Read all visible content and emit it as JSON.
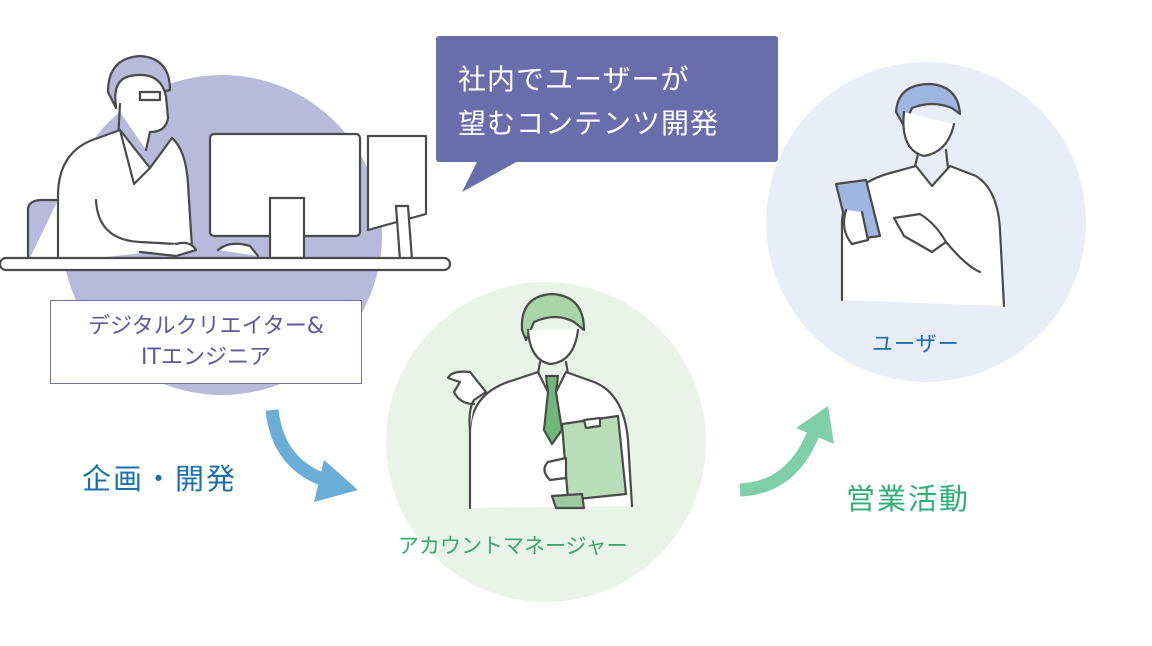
{
  "bubble": {
    "line1": "社内でユーザーが",
    "line2": "望むコンテンツ開発"
  },
  "roles": {
    "creator_line1": "デジタルクリエイター&",
    "creator_line2": "ITエンジニア",
    "account_manager": "アカウントマネージャー",
    "user": "ユーザー"
  },
  "flows": {
    "plan_develop": "企画・開発",
    "sales": "営業活動"
  },
  "colors": {
    "creator_circle": "#b9b9dc",
    "bubble": "#6a6dab",
    "am_circle": "#e9f3e8",
    "user_circle": "#e8edf8",
    "blue_arrow": "#6aaed8",
    "green_arrow": "#7fd0a8",
    "blue_text": "#1a6fb0",
    "green_text": "#2fae78"
  }
}
